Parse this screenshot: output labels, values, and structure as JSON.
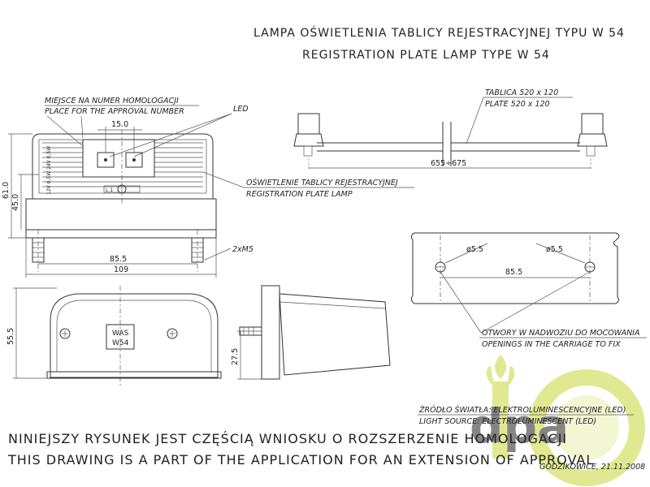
{
  "title_pl": "LAMPA OŚWIETLENIA TABLICY REJESTRACYJNEJ TYPU W 54",
  "title_en": "REGISTRATION PLATE LAMP TYPE W 54",
  "label_homologation_pl": "MIEJSCE NA NUMER HOMOLOGACJI",
  "label_homologation_en": "PLACE FOR THE APPROVAL NUMBER",
  "label_led": "LED",
  "label_lighting_pl": "OŚWIETLENIE TABLICY REJESTRACYJNEJ",
  "label_lighting_en": "REGISTRATION PLATE LAMP",
  "label_plate_pl": "TABLICA 520 x 120",
  "label_plate_en": "PLATE 520 x 120",
  "label_screws": "2xM5",
  "label_holes_pl": "OTWORY W NADWOZIU DO MOCOWANIA",
  "label_holes_en": "OPENINGS IN THE CARRIAGE TO FIX",
  "label_source_pl": "ŹRÓDŁO ŚWIATŁA: ELEKTROLUMINESCENCYJNE (LED)",
  "label_source_en": "LIGHT SOURCE: ELECTROLUMINESCENT (LED)",
  "note_pl": "NINIEJSZY RYSUNEK JEST CZĘŚCIĄ WNIOSKU O ROZSZERZENIE HOMOLOGACJI",
  "note_en": "THIS DRAWING IS A PART OF THE APPLICATION FOR AN EXTENSION OF APPROVAL",
  "place_date": "GODZIKOWICE, 21.11.2008",
  "lamp_marking": [
    "WAS",
    "W54"
  ],
  "body_marking": "12V 0,5W 24V 0,5W",
  "dims": {
    "d15": "15.0",
    "d61": "61.0",
    "d45": "45.0",
    "d855_front": "85.5",
    "d109": "109",
    "d555": "55.5",
    "d275": "27.5",
    "d655": "655÷675",
    "d55a": "ø5.5",
    "d55b": "ø5.5",
    "d855_holes": "85.5"
  },
  "logo": {
    "text": "dpa",
    "color_green": "#c7d83a",
    "color_grey": "#9a9a9a"
  }
}
